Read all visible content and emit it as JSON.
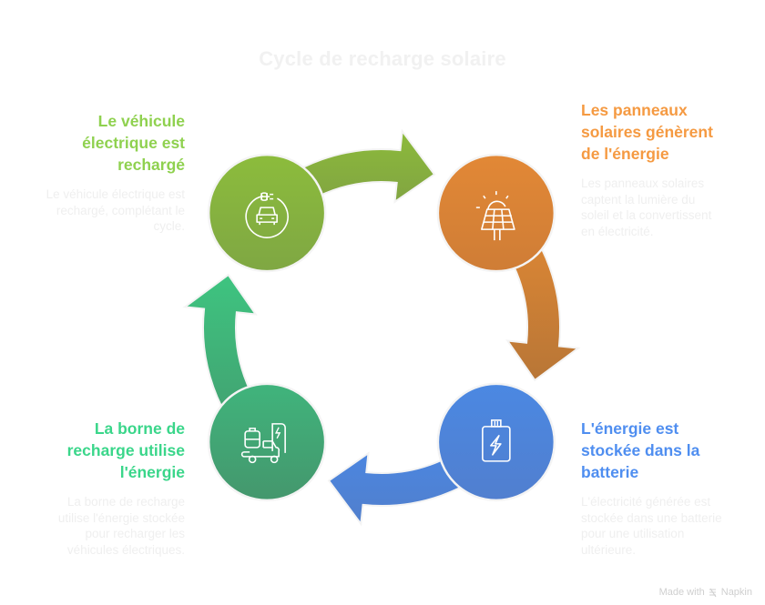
{
  "title": "Cycle de recharge solaire",
  "colors": {
    "green_step": "#8ab83a",
    "orange_step": "#e08a36",
    "blue_step": "#4f86dc",
    "teal_step": "#3ea976",
    "head_green": "#8fd14f",
    "head_orange": "#f59a42",
    "head_blue": "#4f8ef0",
    "head_teal": "#3ad68a"
  },
  "steps": [
    {
      "id": "vehicle",
      "icon": "ev-plug-car-icon",
      "heading": "Le véhicule électrique est rechargé",
      "heading_lines": [
        "Le véhicule",
        "électrique est",
        "rechargé"
      ],
      "description_lines": [
        "Le véhicule électrique est",
        "rechargé, complétant le",
        "cycle."
      ]
    },
    {
      "id": "solar",
      "icon": "solar-panel-icon",
      "heading": "Les panneaux solaires génèrent de l'énergie",
      "heading_lines": [
        "Les panneaux",
        "solaires génèrent",
        "de l'énergie"
      ],
      "description_lines": [
        "Les panneaux solaires",
        "captent la lumière du",
        "soleil et la convertissent",
        "en électricité."
      ]
    },
    {
      "id": "battery",
      "icon": "battery-bolt-icon",
      "heading": "L'énergie est stockée dans la batterie",
      "heading_lines": [
        "L'énergie est",
        "stockée dans la",
        "batterie"
      ],
      "description_lines": [
        "L'électricité générée est",
        "stockée dans une batterie",
        "pour une utilisation",
        "ultérieure."
      ]
    },
    {
      "id": "station",
      "icon": "charging-station-icon",
      "heading": "La borne de recharge utilise l'énergie",
      "heading_lines": [
        "La borne de",
        "recharge utilise",
        "l'énergie"
      ],
      "description_lines": [
        "La borne de recharge",
        "utilise l'énergie stockée",
        "pour recharger les",
        "véhicules électriques."
      ]
    }
  ],
  "credit": {
    "made_with": "Made with",
    "brand": "Napkin"
  }
}
